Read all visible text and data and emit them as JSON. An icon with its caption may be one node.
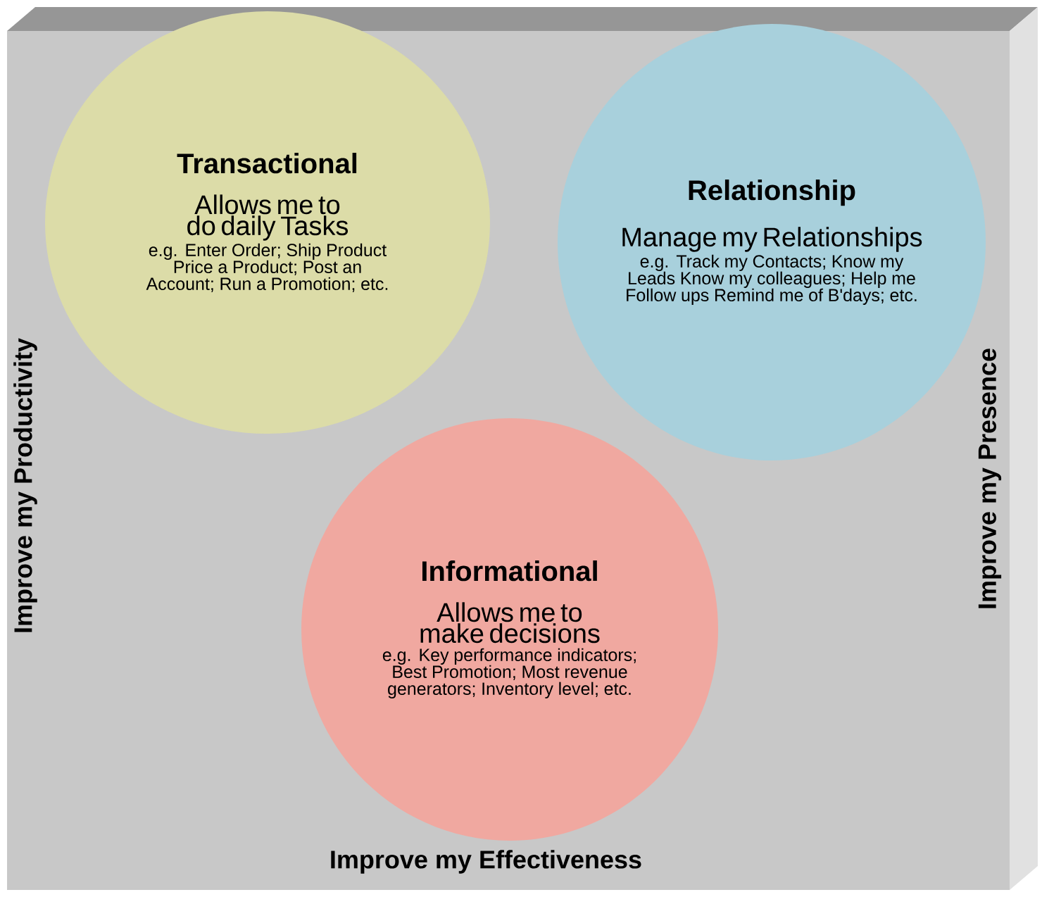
{
  "diagram": {
    "nodes": [
      {
        "text": [
          "Transactional",
          "Allows me to do daily Tasks",
          "e.g. Enter Order; Ship Product Price a Product; Post an Account; Run a Promotion; etc."
        ]
      },
      {
        "text": [
          "Relationship",
          "Manage my Relationships",
          "e.g. Track my Contacts; Know my Leads Know my colleagues; Help me Follow ups Remind me of B'days; etc."
        ]
      },
      {
        "text": [
          "Informational",
          "Allows me to make decisions",
          "e.g. Key performance indicators; Best Promotion; Most revenue generators; Inventory level; etc."
        ]
      }
    ],
    "labels": [
      "Improve my Productivity",
      "Improve my Presence",
      "Improve my Effectiveness"
    ]
  }
}
